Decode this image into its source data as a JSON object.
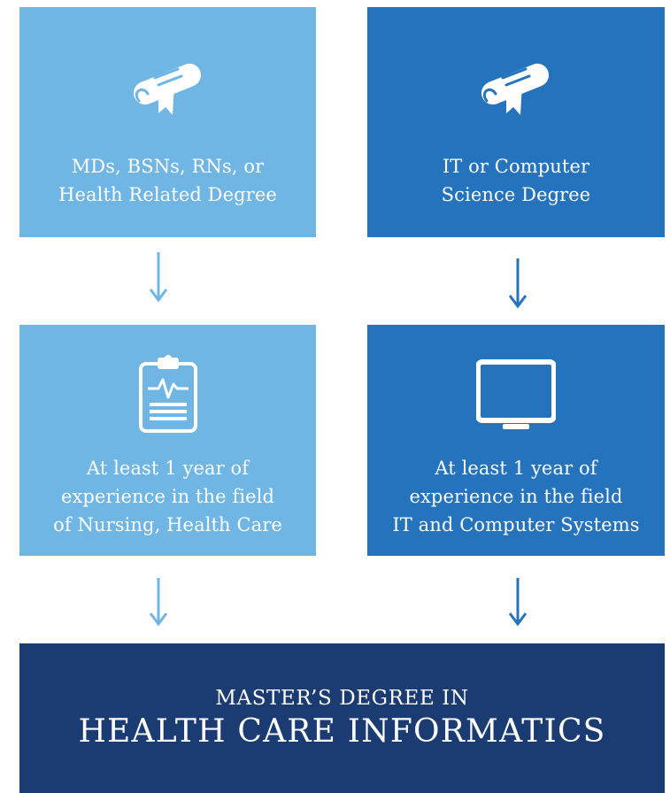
{
  "columns": {
    "health": {
      "degree": {
        "icon": "diploma-icon",
        "lines": [
          "MDs, BSNs, RNs, or",
          "Health Related Degree"
        ]
      },
      "experience": {
        "icon": "clipboard-heartbeat-icon",
        "lines": [
          "At least 1 year of",
          "experience in the field",
          "of Nursing, Health Care"
        ]
      }
    },
    "it": {
      "degree": {
        "icon": "diploma-icon",
        "lines": [
          "IT or Computer",
          "Science Degree"
        ]
      },
      "experience": {
        "icon": "monitor-icon",
        "lines": [
          "At least 1 year of",
          "experience in the field",
          "IT and Computer Systems"
        ]
      }
    }
  },
  "result": {
    "line1": "MASTER’S DEGREE IN",
    "line2": "HEALTH CARE INFORMATICS"
  },
  "colors": {
    "light_blue": "#6fb6e4",
    "medium_blue": "#2473bc",
    "navy": "#1b3c72",
    "text": "#ffffff"
  }
}
